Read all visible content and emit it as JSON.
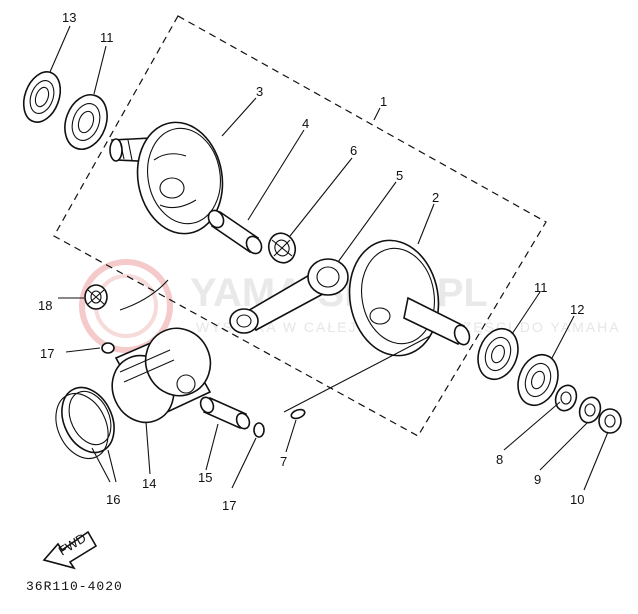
{
  "watermark": {
    "main": "YAMA-SHOP.PL",
    "sub": "WYSYŁKA W CAŁEJ POLSCE - CZĘŚCI DO YAMAHA"
  },
  "labels": {
    "p1": "1",
    "p2": "2",
    "p3": "3",
    "p4": "4",
    "p5": "5",
    "p6": "6",
    "p7": "7",
    "p8": "8",
    "p9": "9",
    "p10": "10",
    "p11a": "11",
    "p11b": "11",
    "p12": "12",
    "p13": "13",
    "p14": "14",
    "p15": "15",
    "p16": "16",
    "p17a": "17",
    "p17b": "17",
    "p18": "18"
  },
  "fwd": "FWD",
  "code": "36R110-4020"
}
